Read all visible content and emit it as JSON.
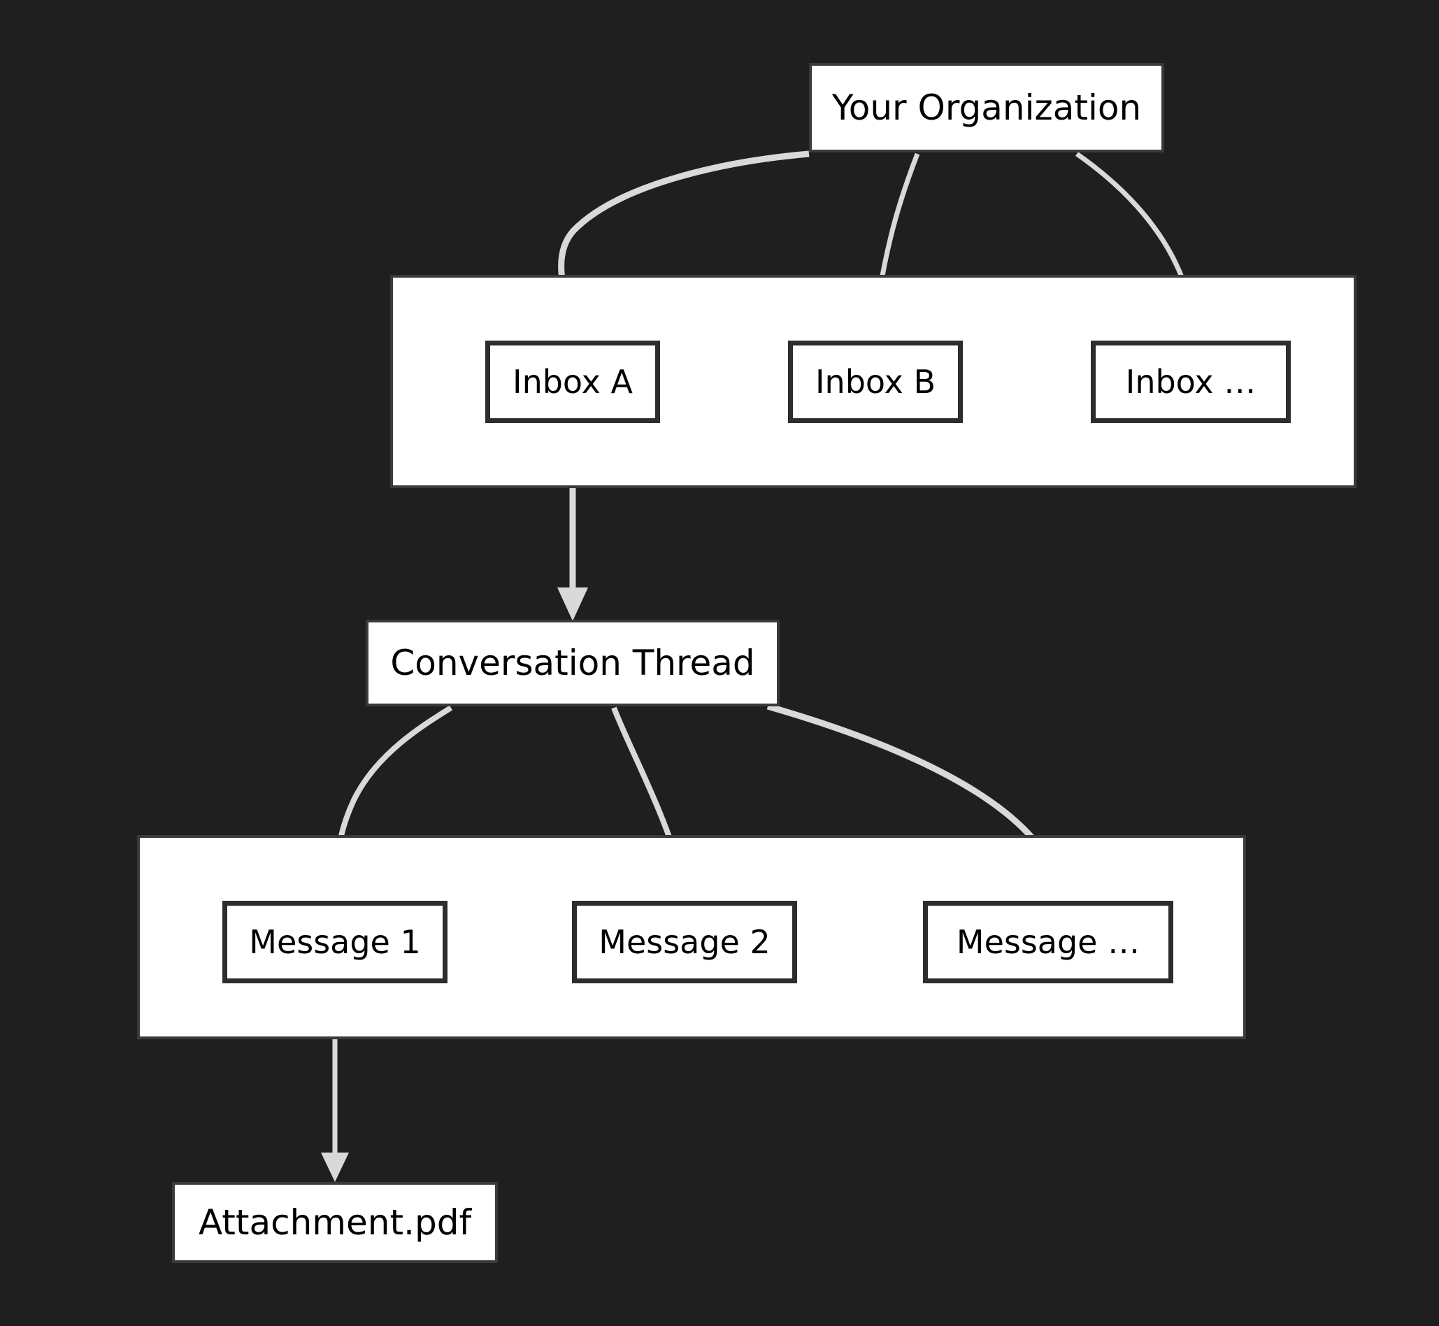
{
  "diagram": {
    "type": "hierarchy-graph",
    "background_color": "#1f1f1f",
    "node_fill_color": "#ffffff",
    "node_text_color": "#000000",
    "node_border_color": "#2d2d2d",
    "cluster_fill_color": "#ffffff",
    "cluster_border_color": "#3a3a3a",
    "edge_color": "#d9d9d9",
    "root": {
      "label": "Your Organization"
    },
    "clusters": [
      {
        "name": "inboxes-cluster",
        "nodes": [
          {
            "label": "Inbox A"
          },
          {
            "label": "Inbox B"
          },
          {
            "label": "Inbox …"
          }
        ]
      },
      {
        "name": "messages-cluster",
        "nodes": [
          {
            "label": "Message 1"
          },
          {
            "label": "Message 2"
          },
          {
            "label": "Message …"
          }
        ]
      }
    ],
    "thread": {
      "label": "Conversation Thread"
    },
    "attachment": {
      "label": "Attachment.pdf"
    },
    "edges": [
      {
        "from": "Your Organization",
        "to": "Inbox A"
      },
      {
        "from": "Your Organization",
        "to": "Inbox B"
      },
      {
        "from": "Your Organization",
        "to": "Inbox …"
      },
      {
        "from": "Inbox A",
        "to": "Conversation Thread"
      },
      {
        "from": "Conversation Thread",
        "to": "Message 1"
      },
      {
        "from": "Conversation Thread",
        "to": "Message 2"
      },
      {
        "from": "Conversation Thread",
        "to": "Message …"
      },
      {
        "from": "Message 1",
        "to": "Attachment.pdf"
      }
    ]
  }
}
